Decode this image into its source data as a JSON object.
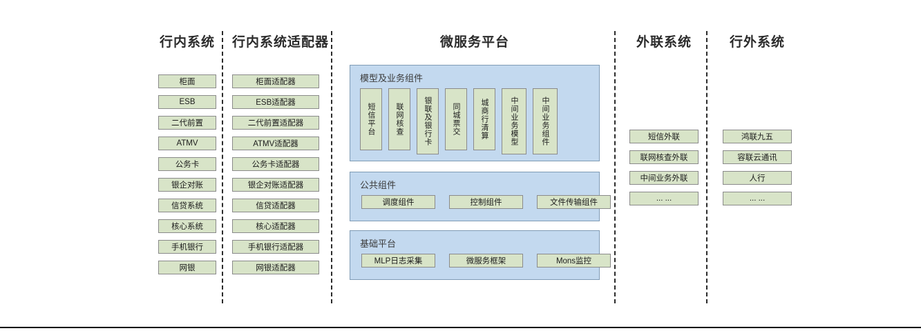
{
  "columns": [
    {
      "title": "行内系统",
      "items": [
        "柜面",
        "ESB",
        "二代前置",
        "ATMV",
        "公务卡",
        "银企对账",
        "信贷系统",
        "核心系统",
        "手机银行",
        "网银"
      ]
    },
    {
      "title": "行内系统适配器",
      "items": [
        "柜面适配器",
        "ESB适配器",
        "二代前置适配器",
        "ATMV适配器",
        "公务卡适配器",
        "银企对账适配器",
        "信贷适配器",
        "核心适配器",
        "手机银行适配器",
        "网银适配器"
      ]
    },
    {
      "title": "外联系统",
      "items": [
        "短信外联",
        "联网核查外联",
        "中间业务外联",
        "... ..."
      ]
    },
    {
      "title": "行外系统",
      "items": [
        "鸿联九五",
        "容联云通讯",
        "人行",
        "... ..."
      ]
    }
  ],
  "platform": {
    "title": "微服务平台",
    "panels": [
      {
        "label": "模型及业务组件",
        "orientation": "vertical",
        "items": [
          "短信平台",
          "联网核查",
          "银联及银行卡",
          "同城票交",
          "城商行清算",
          "中间业务模型",
          "中间业务组件"
        ]
      },
      {
        "label": "公共组件",
        "orientation": "horizontal",
        "items": [
          "调度组件",
          "控制组件",
          "文件传输组件"
        ]
      },
      {
        "label": "基础平台",
        "orientation": "horizontal",
        "items": [
          "MLP日志采集",
          "微服务框架",
          "Mons监控"
        ]
      }
    ]
  },
  "colors": {
    "node_fill": "#d8e4c8",
    "node_border": "#8a8a8a",
    "panel_fill": "#c3d9ef",
    "panel_border": "#7f9bb5",
    "text": "#1c1c1c"
  }
}
